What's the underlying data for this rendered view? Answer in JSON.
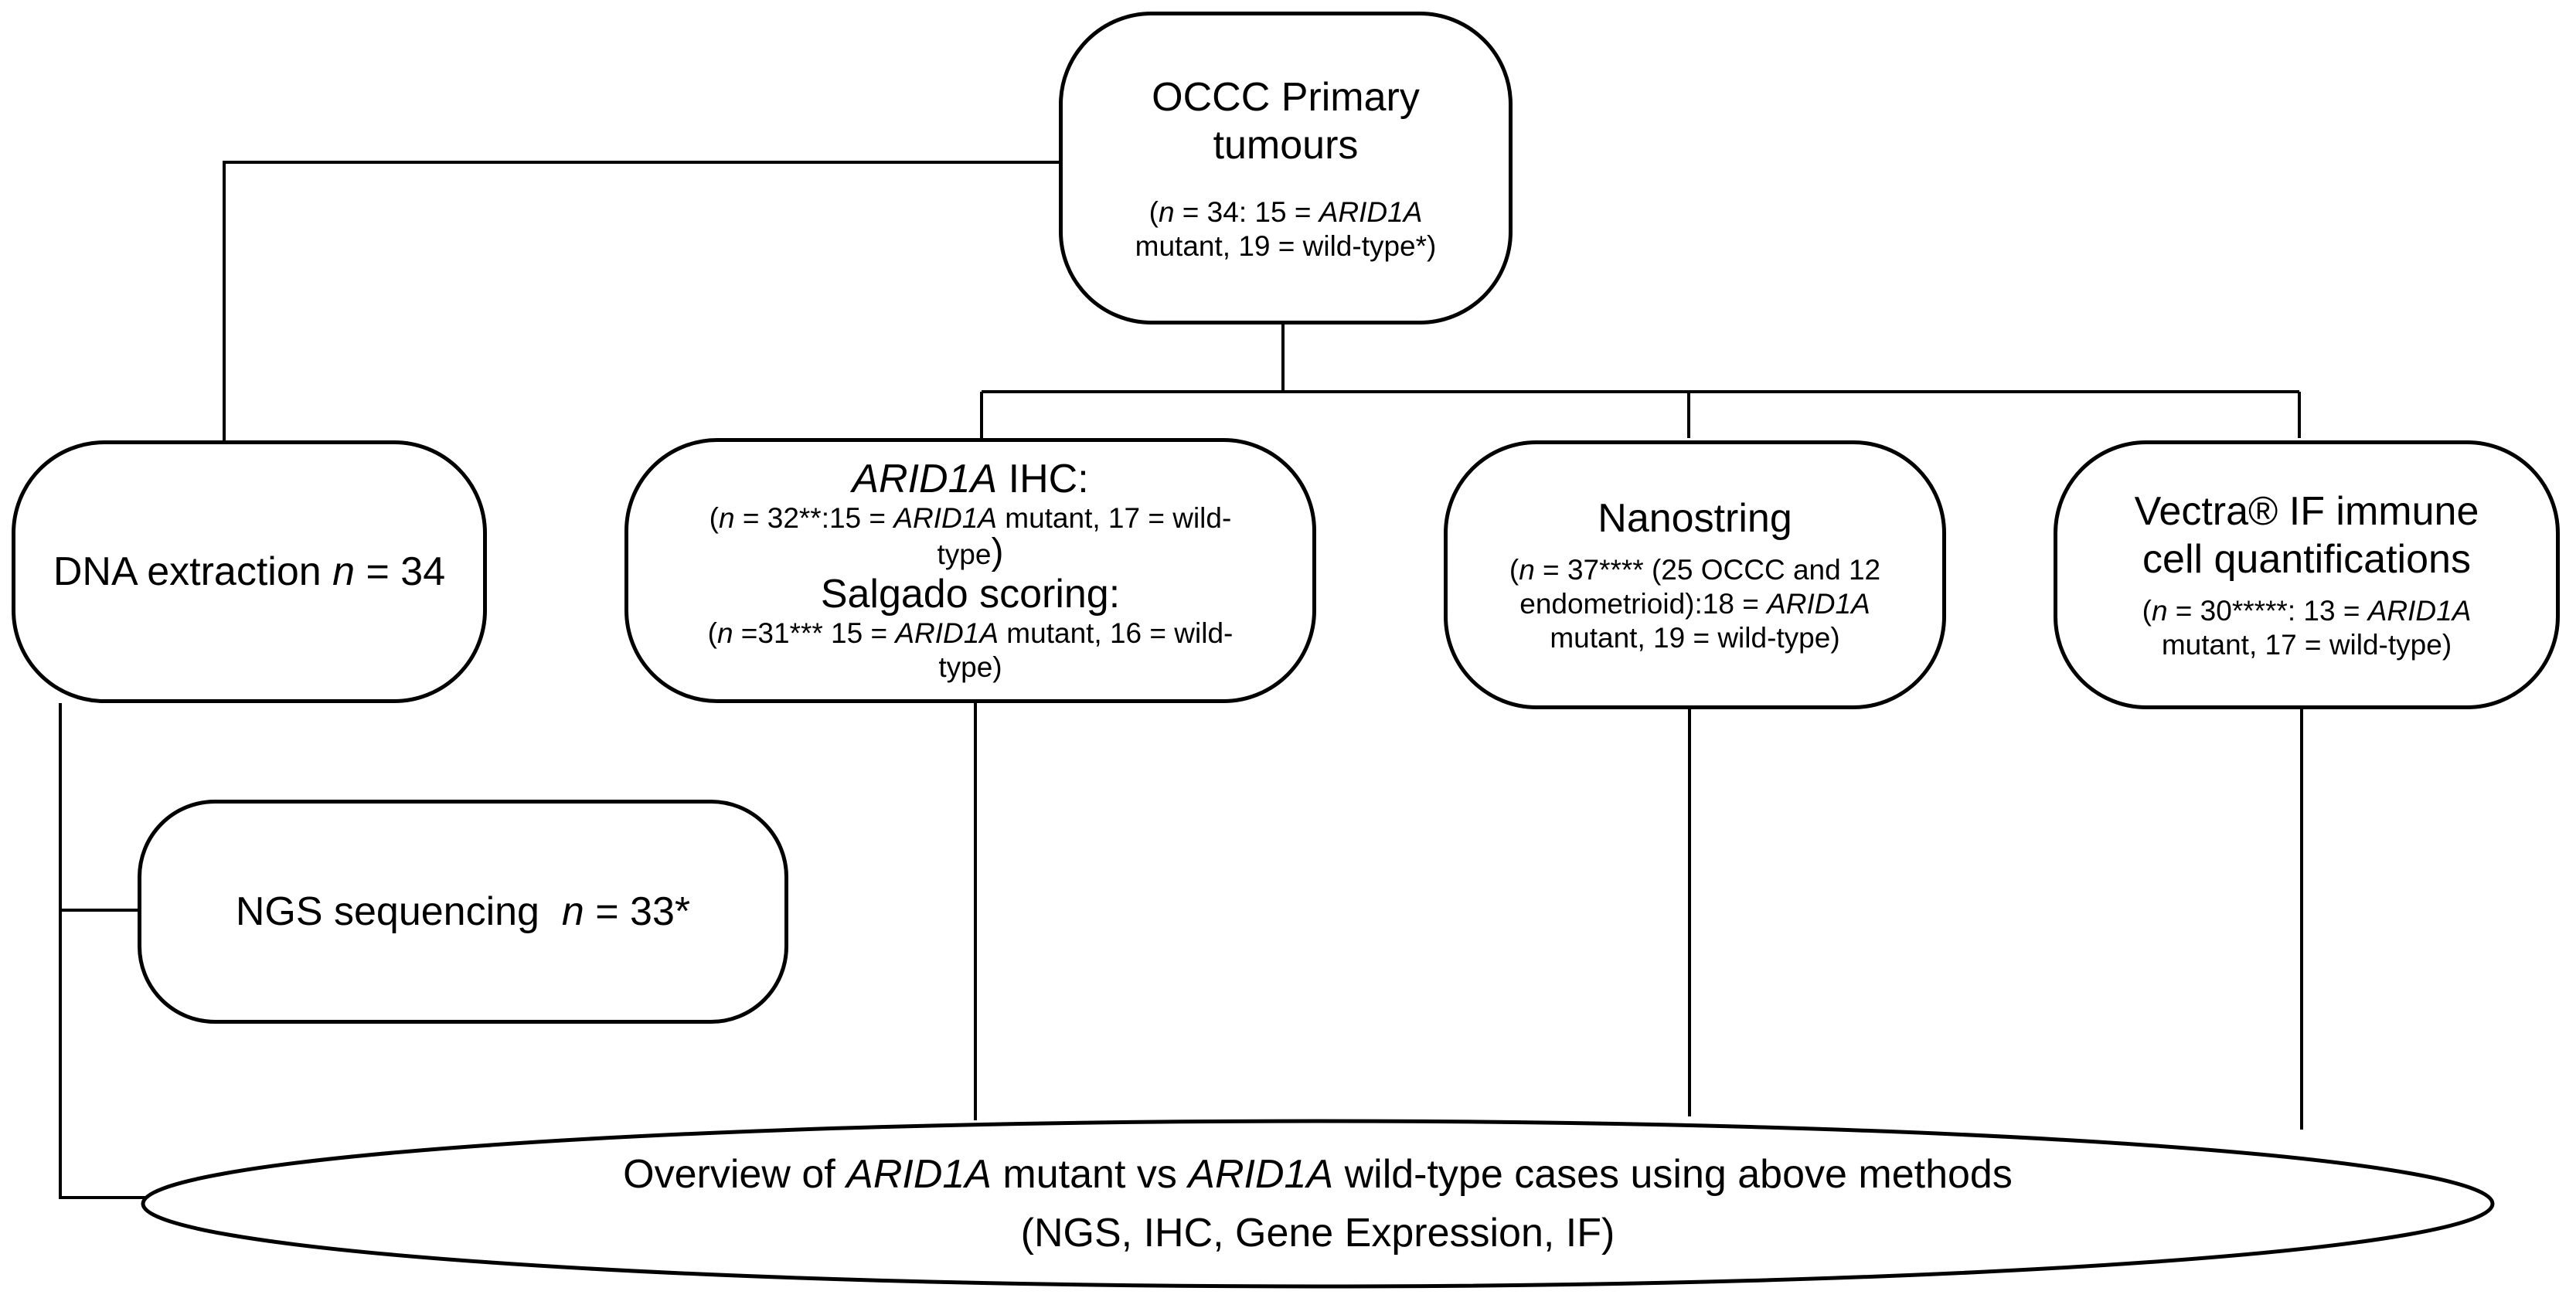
{
  "nodes": {
    "primary": {
      "title_line1": "OCCC Primary",
      "title_line2": "tumours",
      "detail_n": "n",
      "detail_a": " = 34: 15 = ",
      "detail_gene": "ARID1A",
      "detail_b": "mutant, 19 = wild-type*)"
    },
    "dna": {
      "label": "DNA extraction ",
      "n": "n",
      "value": " = 34"
    },
    "ngs": {
      "label": "NGS sequencing  ",
      "n": "n",
      "value": " = 33*"
    },
    "ihc": {
      "title_gene": "ARID1A",
      "title_rest": " IHC:",
      "ihc_n": "n",
      "ihc_a": " = 32**:15 = ",
      "ihc_gene": "ARID1A",
      "ihc_b": " mutant, 17 = wild-",
      "ihc_c": "type",
      "salgado_title": "Salgado scoring:",
      "sal_n": "n",
      "sal_a": " =31*** 15 = ",
      "sal_gene": "ARID1A",
      "sal_b": " mutant, 16 = wild-",
      "sal_c": "type)"
    },
    "nanostring": {
      "title": "Nanostring",
      "n": "n",
      "line1": " = 37**** (25 OCCC and 12",
      "line2a": "endometrioid):18 = ",
      "line2_gene": "ARID1A",
      "line3": "mutant, 19 = wild-type)"
    },
    "vectra": {
      "title_line1": "Vectra® IF immune",
      "title_line2": "cell quantifications",
      "n": "n",
      "line1a": " = 30*****: 13 = ",
      "line1_gene": "ARID1A",
      "line2": "mutant, 17 = wild-type)"
    },
    "overview": {
      "line1a": "Overview of ",
      "gene1": "ARID1A",
      "line1b": " mutant vs ",
      "gene2": "ARID1A",
      "line1c": " wild-type cases using above methods",
      "line2": "(NGS, IHC, Gene Expression, IF)"
    }
  },
  "colors": {
    "stroke": "#000000",
    "fill": "#ffffff"
  }
}
